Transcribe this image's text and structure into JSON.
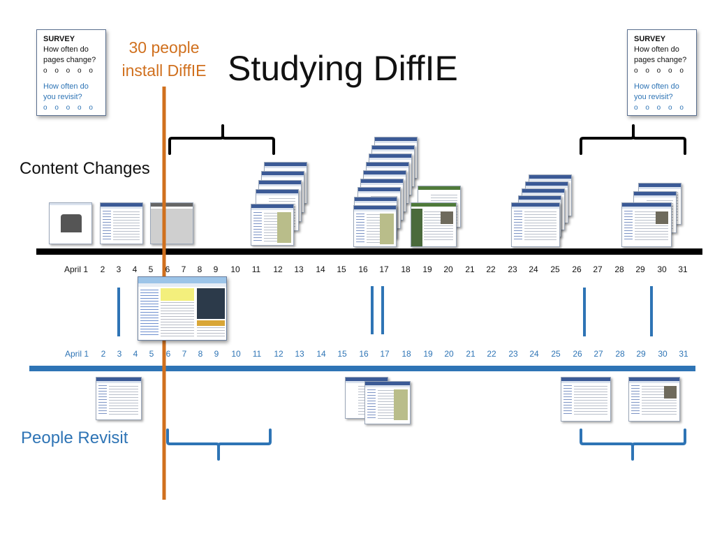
{
  "title": "Studying DiffIE",
  "install_note": {
    "line1": "30 people",
    "line2": "install DiffIE"
  },
  "survey": {
    "title": "SURVEY",
    "question1_line1": "How often do",
    "question1_line2": "pages change?",
    "question2_line1": "How often do",
    "question2_line2": "you revisit?",
    "options": "o o o o o"
  },
  "labels": {
    "content_changes": "Content Changes",
    "people_revisit": "People Revisit"
  },
  "timeline_days": [
    "April 1",
    "2",
    "3",
    "4",
    "5",
    "6",
    "7",
    "8",
    "9",
    "10",
    "11",
    "12",
    "13",
    "14",
    "15",
    "16",
    "17",
    "18",
    "19",
    "20",
    "21",
    "22",
    "23",
    "24",
    "25",
    "26",
    "27",
    "28",
    "29",
    "30",
    "31"
  ],
  "colors": {
    "install_line": "#d0701e",
    "revisit_blue": "#2e74b5",
    "content_black": "#000000"
  }
}
